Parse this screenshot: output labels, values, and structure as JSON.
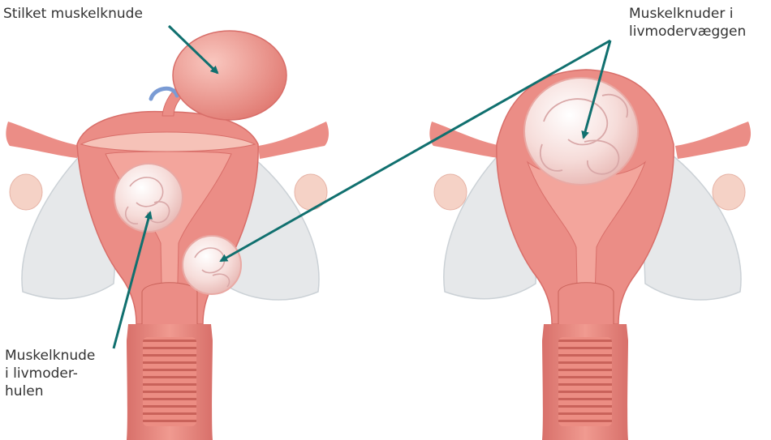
{
  "labels": {
    "pedunculated": [
      "Stilket muskelknude"
    ],
    "intramural": [
      "Muskelknuder i",
      "livmodervæggen"
    ],
    "submucosal": [
      "Muskelknude",
      "i livmoder-",
      "hulen"
    ]
  },
  "colors": {
    "arrow": "#10706f",
    "tissue": "#eb8d86",
    "tissue_dark": "#d86e69",
    "tissue_light": "#f6c2b8",
    "cavity": "#f3a59c",
    "fibroid": "#f6dcd9",
    "fibroid_line": "#d9a8a8",
    "ligament": "#e6e8ea",
    "ligament_shade": "#cbd1d6",
    "vagina": "#e8867c",
    "vagina_ridge": "#c9625a",
    "text": "#333333"
  }
}
